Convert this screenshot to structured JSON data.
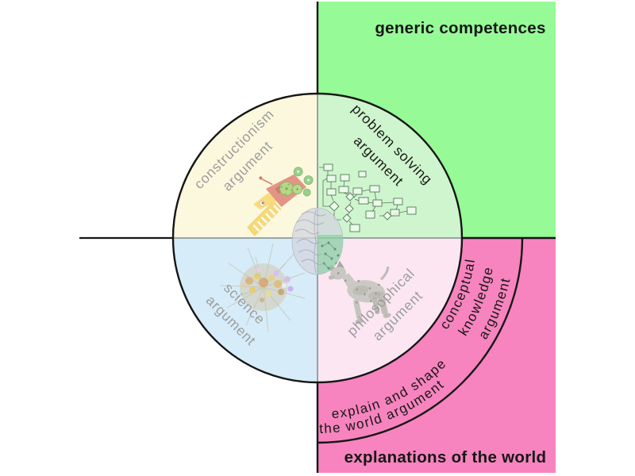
{
  "regions": {
    "generic_competences": {
      "label": "generic competences",
      "color": "#96FA96",
      "text_color": "#161616"
    },
    "explanations_world": {
      "label": "explanations of the world",
      "color": "#F784BE",
      "text_color": "#161616"
    }
  },
  "circle": {
    "quadrants": {
      "constructionism": {
        "lines": [
          "constructionism",
          "argument"
        ],
        "bg": "#FCF8DE",
        "text_color": "#9C9C9C",
        "image": "lego-crocodile-robot"
      },
      "problem_solving": {
        "lines": [
          "problem solving",
          "argument"
        ],
        "bg": "#CEF5CD",
        "text_color": "#1A1A1A",
        "image": "flowchart-diagram"
      },
      "science": {
        "lines": [
          "science",
          "argument"
        ],
        "bg": "#D6ECF8",
        "text_color": "#9C9C9C",
        "image": "molecule-cluster"
      },
      "philosophical": {
        "lines": [
          "philosophical",
          "argument"
        ],
        "bg": "#FCE6F2",
        "text_color": "#9C9C9C",
        "image": "robot-dog"
      }
    },
    "center_image": "brain-half-organic-half-circuit"
  },
  "ring": {
    "conceptual_knowledge": {
      "lines": [
        "conceptual",
        "knowledge",
        "argument"
      ]
    },
    "explain_shape": {
      "lines": [
        "explain and shape",
        "the world argument"
      ]
    }
  }
}
